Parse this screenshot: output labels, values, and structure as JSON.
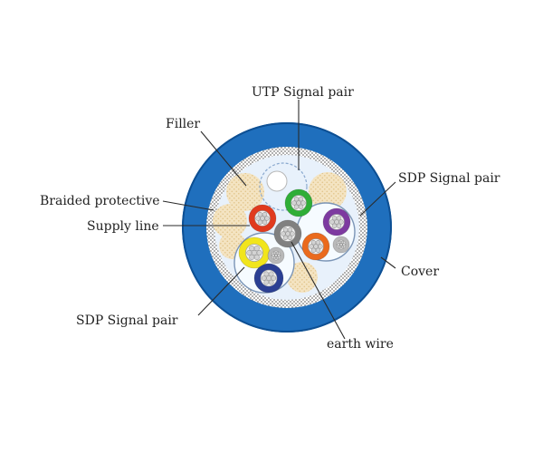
{
  "labels": {
    "utp_signal_pair": "UTP Signal pair",
    "filler": "Filler",
    "sdp_signal_pair_right": "SDP Signal pair",
    "braided_protective": "Braided protective",
    "supply_line": "Supply line",
    "cover": "Cover",
    "sdp_signal_pair_left": "SDP Signal pair",
    "earth_wire": "earth wire"
  },
  "colors": {
    "jacket": "#1f6fbd",
    "jacket_edge": "#0d4f93",
    "braid": "#8c8c8c",
    "inner_bg": "#e8f1fb",
    "filler": "#f1ddb4",
    "green": "#2fae37",
    "red": "#e03a1e",
    "gray": "#808080",
    "purple": "#7d3aa0",
    "orange": "#ea6a1d",
    "yellow": "#f1e51c",
    "navy": "#2b3f93",
    "light_gray": "#b9b9b9",
    "strand": "#d3d3d3"
  }
}
